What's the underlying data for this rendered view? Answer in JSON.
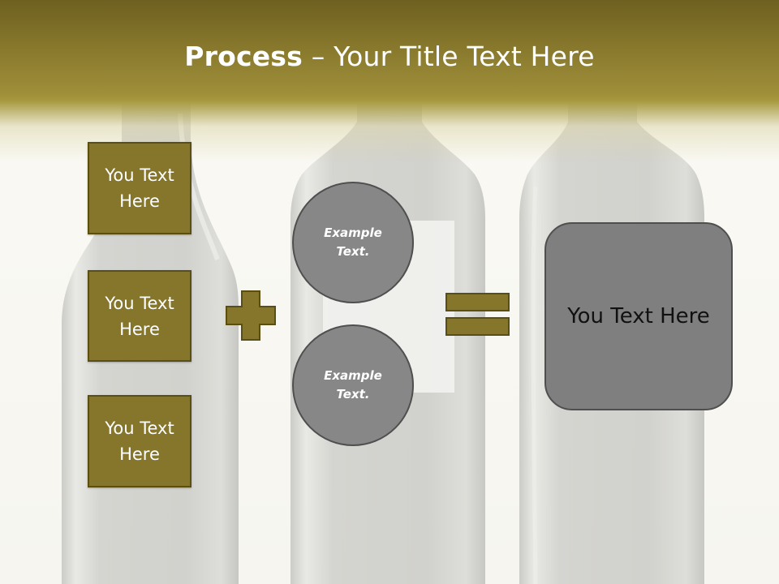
{
  "slide": {
    "title_bold": "Process",
    "title_dash": " – ",
    "title_rest": "Your Title Text Here"
  },
  "left_boxes": [
    {
      "line1": "You Text",
      "line2": "Here"
    },
    {
      "line1": "You Text",
      "line2": "Here"
    },
    {
      "line1": "You Text",
      "line2": "Here"
    }
  ],
  "circles": [
    {
      "line1": "Example",
      "line2": "Text."
    },
    {
      "line1": "Example",
      "line2": "Text."
    }
  ],
  "result_box": {
    "text": "You Text Here"
  },
  "colors": {
    "header": "#a7993f",
    "box_fill": "#85762b",
    "box_border": "#5a4e12",
    "circle_fill": "#878787",
    "result_fill": "#7f7f7f",
    "border_gray": "#4f4f4f"
  },
  "icons": {
    "operator_1": "plus-icon",
    "operator_2": "equals-icon",
    "background": "wine-bottles-image"
  }
}
